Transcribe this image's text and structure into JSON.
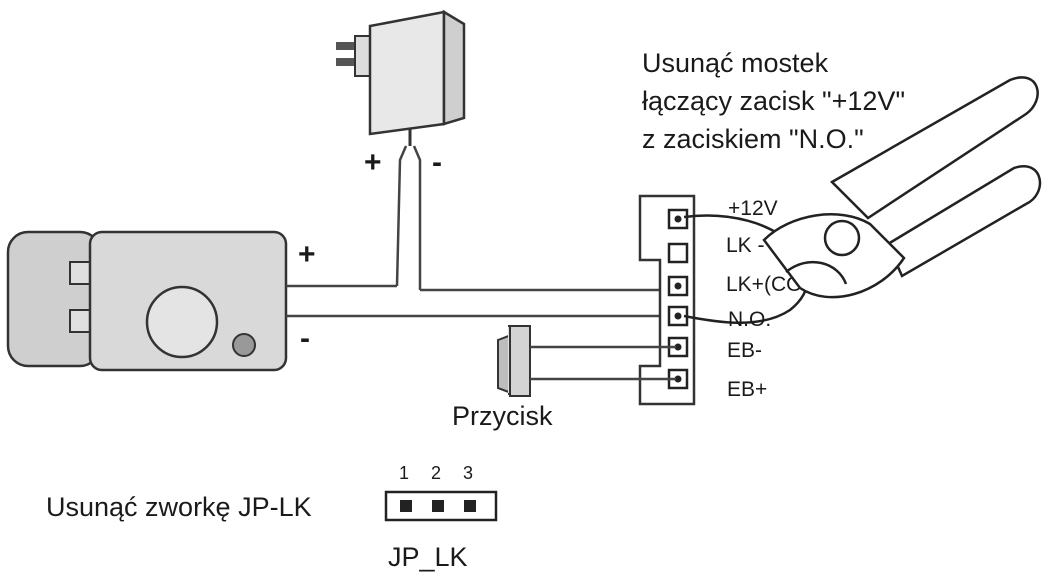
{
  "instruction_bridge": {
    "line1": "Usunąć mostek",
    "line2": "łączący zacisk \"+12V\"",
    "line3": "z zaciskiem \"N.O.\""
  },
  "power_supply": {
    "plus": "+",
    "minus": "-"
  },
  "lock": {
    "plus": "+",
    "minus": "-"
  },
  "terminals": [
    "+12V",
    "LK -",
    "LK+(COM)",
    "N.O.",
    "EB-",
    "EB+"
  ],
  "button_label": "Przycisk",
  "jumper": {
    "instruction": "Usunąć zworkę JP-LK",
    "pins": [
      "1",
      "2",
      "3"
    ],
    "name": "JP_LK"
  }
}
